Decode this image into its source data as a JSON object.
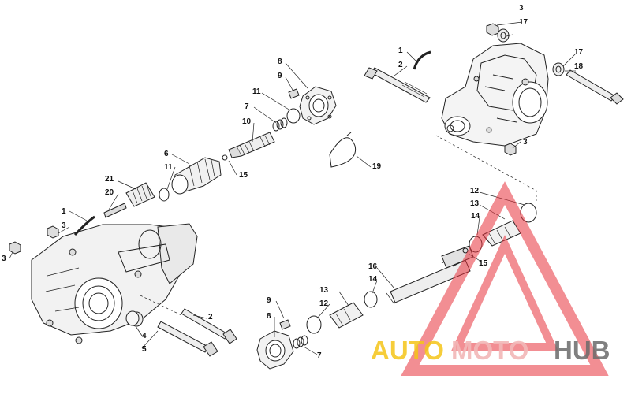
{
  "callouts": {
    "c1a": "1",
    "c2a": "2",
    "c3a": "3",
    "c17a": "17",
    "c17b": "17",
    "c18": "18",
    "c3b": "3",
    "c8a": "8",
    "c9a": "9",
    "c11a": "11",
    "c7a": "7",
    "c10": "10",
    "c19": "19",
    "c6": "6",
    "c11b": "11",
    "c15a": "15",
    "c21": "21",
    "c20": "20",
    "c1b": "1",
    "c3c": "3",
    "c3d": "3",
    "c12a": "12",
    "c13a": "13",
    "c14a": "14",
    "c15b": "15",
    "c16": "16",
    "c14b": "14",
    "c13b": "13",
    "c12b": "12",
    "c9b": "9",
    "c8b": "8",
    "c7b": "7",
    "c2b": "2",
    "c4": "4",
    "c5": "5"
  },
  "watermark": {
    "part1": "AUTO",
    "part2": "MOTO",
    "part3": "HUB",
    "colors": {
      "part1": "#f5c518",
      "part2": "#f2b8b8",
      "part3": "#6b6b6b",
      "triangle": "#e8323c"
    }
  }
}
